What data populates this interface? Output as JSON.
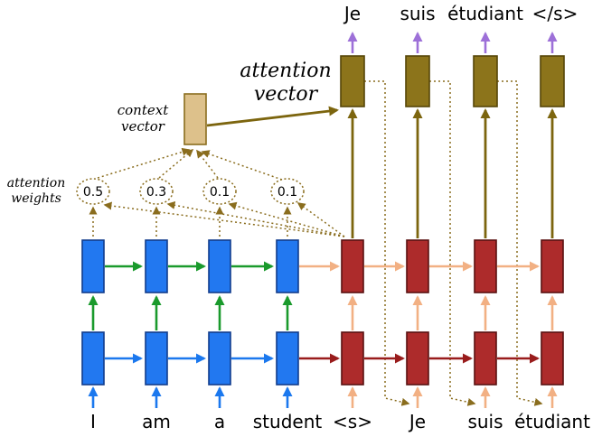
{
  "words": {
    "inputs": [
      "I",
      "am",
      "a",
      "student",
      "<s>",
      "Je",
      "suis",
      "étudiant"
    ],
    "outputs": [
      "Je",
      "suis",
      "étudiant",
      "</s>"
    ]
  },
  "attention_weights": [
    "0.5",
    "0.3",
    "0.1",
    "0.1"
  ],
  "labels": {
    "attention_vector": [
      "attention",
      "vector"
    ],
    "context_vector": [
      "context",
      "vector"
    ],
    "attention_weights": [
      "attention",
      "weights"
    ]
  },
  "colors": {
    "encoder_cell_fill": "#2278f0",
    "encoder_cell_border": "#123c8c",
    "decoder_cell_fill": "#ad2b2b",
    "decoder_cell_border": "#591111",
    "attention_vector_fill": "#8c741b",
    "context_vector_fill": "#ddc18b",
    "arrow_blue": "#1b78ee",
    "arrow_green": "#1a9a2c",
    "arrow_peach": "#f2b083",
    "arrow_dark_red": "#991c1c",
    "arrow_olive": "#7c650e",
    "arrow_purple": "#9d70d8",
    "dotted_olive": "#8a6d1e",
    "background": "#ffffff"
  }
}
